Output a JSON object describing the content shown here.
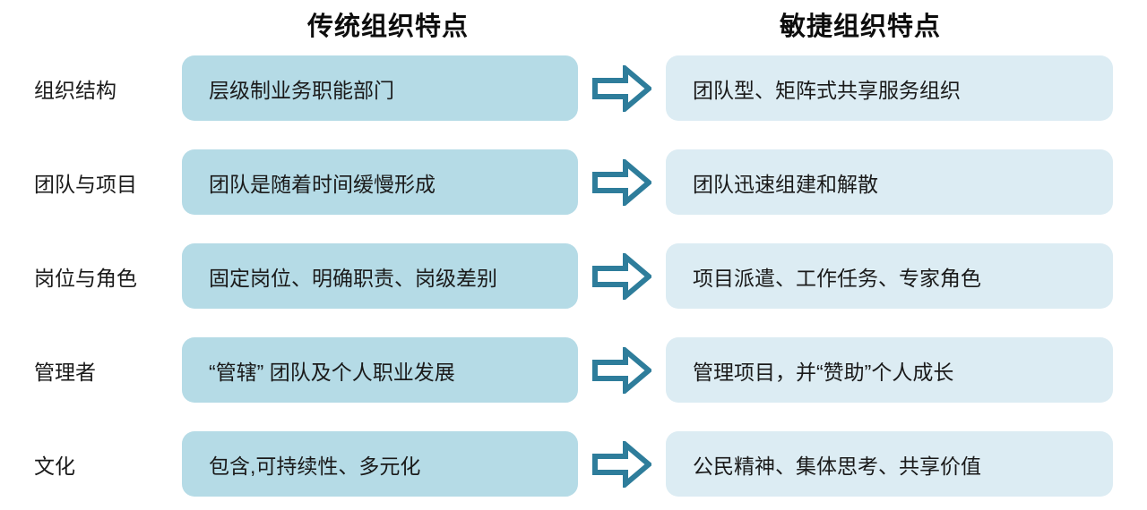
{
  "headers": {
    "left": "传统组织特点",
    "right": "敏捷组织特点"
  },
  "colors": {
    "traditional_box": "#b5dbe6",
    "agile_box": "#dcecf3",
    "arrow_stroke": "#2e7d9b",
    "text": "#1a1a1a",
    "background": "#ffffff"
  },
  "icons": {
    "arrow": "right-block-arrow"
  },
  "rows": [
    {
      "label": "组织结构",
      "traditional": "层级制业务职能部门",
      "agile": "团队型、矩阵式共享服务组织"
    },
    {
      "label": "团队与项目",
      "traditional": "团队是随着时间缓慢形成",
      "agile": "团队迅速组建和解散"
    },
    {
      "label": "岗位与角色",
      "traditional": "固定岗位、明确职责、岗级差别",
      "agile": "项目派遣、工作任务、专家角色"
    },
    {
      "label": "管理者",
      "traditional": "“管辖” 团队及个人职业发展",
      "agile": "管理项目，并“赞助”个人成长"
    },
    {
      "label": "文化",
      "traditional": "包含,可持续性、多元化",
      "agile": "公民精神、集体思考、共享价值"
    }
  ]
}
